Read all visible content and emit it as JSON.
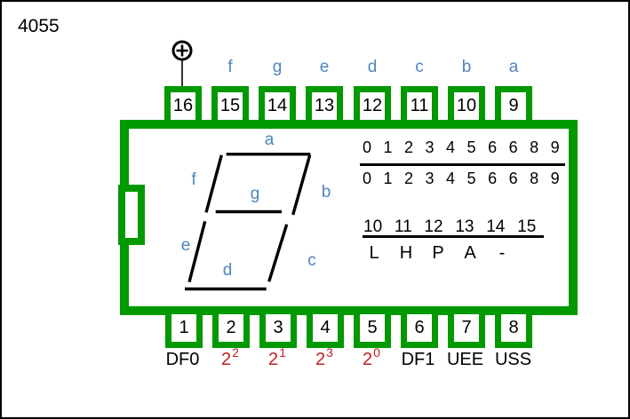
{
  "colors": {
    "green": "#009900",
    "blue": "#4d86be",
    "red": "#c02020",
    "black": "#000000",
    "white": "#ffffff"
  },
  "title": "4055",
  "icons": {
    "phase_marker": "circle-plus"
  },
  "pins": {
    "top": [
      {
        "number": "16",
        "label": ""
      },
      {
        "number": "15",
        "label": "f"
      },
      {
        "number": "14",
        "label": "g"
      },
      {
        "number": "13",
        "label": "e"
      },
      {
        "number": "12",
        "label": "d"
      },
      {
        "number": "11",
        "label": "c"
      },
      {
        "number": "10",
        "label": "b"
      },
      {
        "number": "9",
        "label": "a"
      }
    ],
    "bottom": [
      {
        "number": "1",
        "label": "DF0",
        "sup": ""
      },
      {
        "number": "2",
        "label": "2",
        "sup": "2"
      },
      {
        "number": "3",
        "label": "2",
        "sup": "1"
      },
      {
        "number": "4",
        "label": "2",
        "sup": "3"
      },
      {
        "number": "5",
        "label": "2",
        "sup": "0"
      },
      {
        "number": "6",
        "label": "DF1",
        "sup": ""
      },
      {
        "number": "7",
        "label": "UEE",
        "sup": ""
      },
      {
        "number": "8",
        "label": "USS",
        "sup": ""
      }
    ]
  },
  "segment_labels": {
    "a": "a",
    "b": "b",
    "c": "c",
    "d": "d",
    "e": "e",
    "f": "f",
    "g": "g"
  },
  "decode_table": {
    "row_top": "0 1 2 3 4 5 6 6 8 9",
    "row_bottom": "0 1 2 3 4 5 6 6 8 9"
  },
  "mode_table": {
    "row_top": "10 11 12 13 14 15",
    "row_bottom": [
      "L",
      "H",
      "P",
      "A",
      "-",
      ""
    ]
  }
}
